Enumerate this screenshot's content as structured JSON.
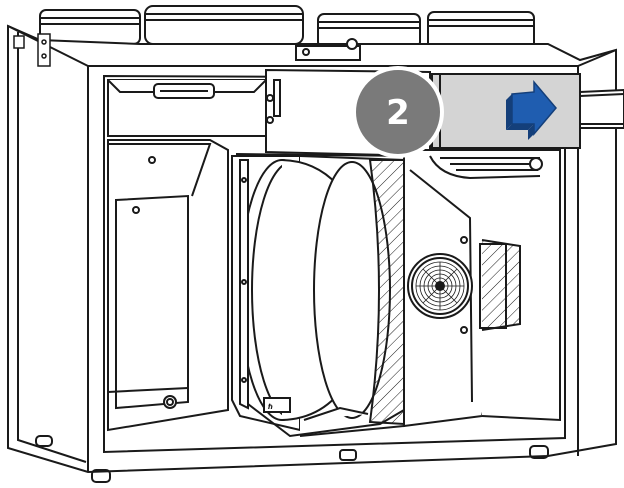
{
  "diagram": {
    "colors": {
      "line": "#1a1a1a",
      "panel_gray": "#d4d4d4",
      "badge_gray": "#7a7a7a",
      "badge_text": "#ffffff",
      "arrow_blue": "#1f5db0",
      "arrow_blue_dark": "#143f7a"
    },
    "step_badge": {
      "label": "2",
      "icon": "step-number-badge"
    },
    "flow_arrow": {
      "icon": "blue-airflow-arrow",
      "direction": "right"
    },
    "fan_logo_icon": "brand-logo-mark"
  }
}
